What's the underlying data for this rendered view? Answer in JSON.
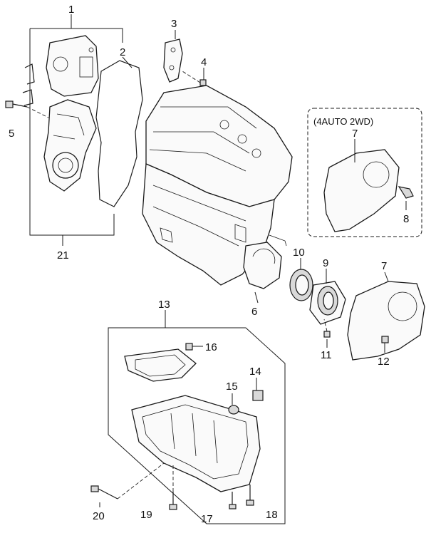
{
  "callouts": {
    "c1": "1",
    "c2": "2",
    "c3": "3",
    "c4": "4",
    "c5": "5",
    "c6": "6",
    "c7a": "7",
    "c7b": "7",
    "c8": "8",
    "c9": "9",
    "c10": "10",
    "c11": "11",
    "c12": "12",
    "c13": "13",
    "c14": "14",
    "c15": "15",
    "c16": "16",
    "c17": "17",
    "c18": "18",
    "c19": "19",
    "c20": "20",
    "c21": "21"
  },
  "inset_note": "(4AUTO 2WD)"
}
